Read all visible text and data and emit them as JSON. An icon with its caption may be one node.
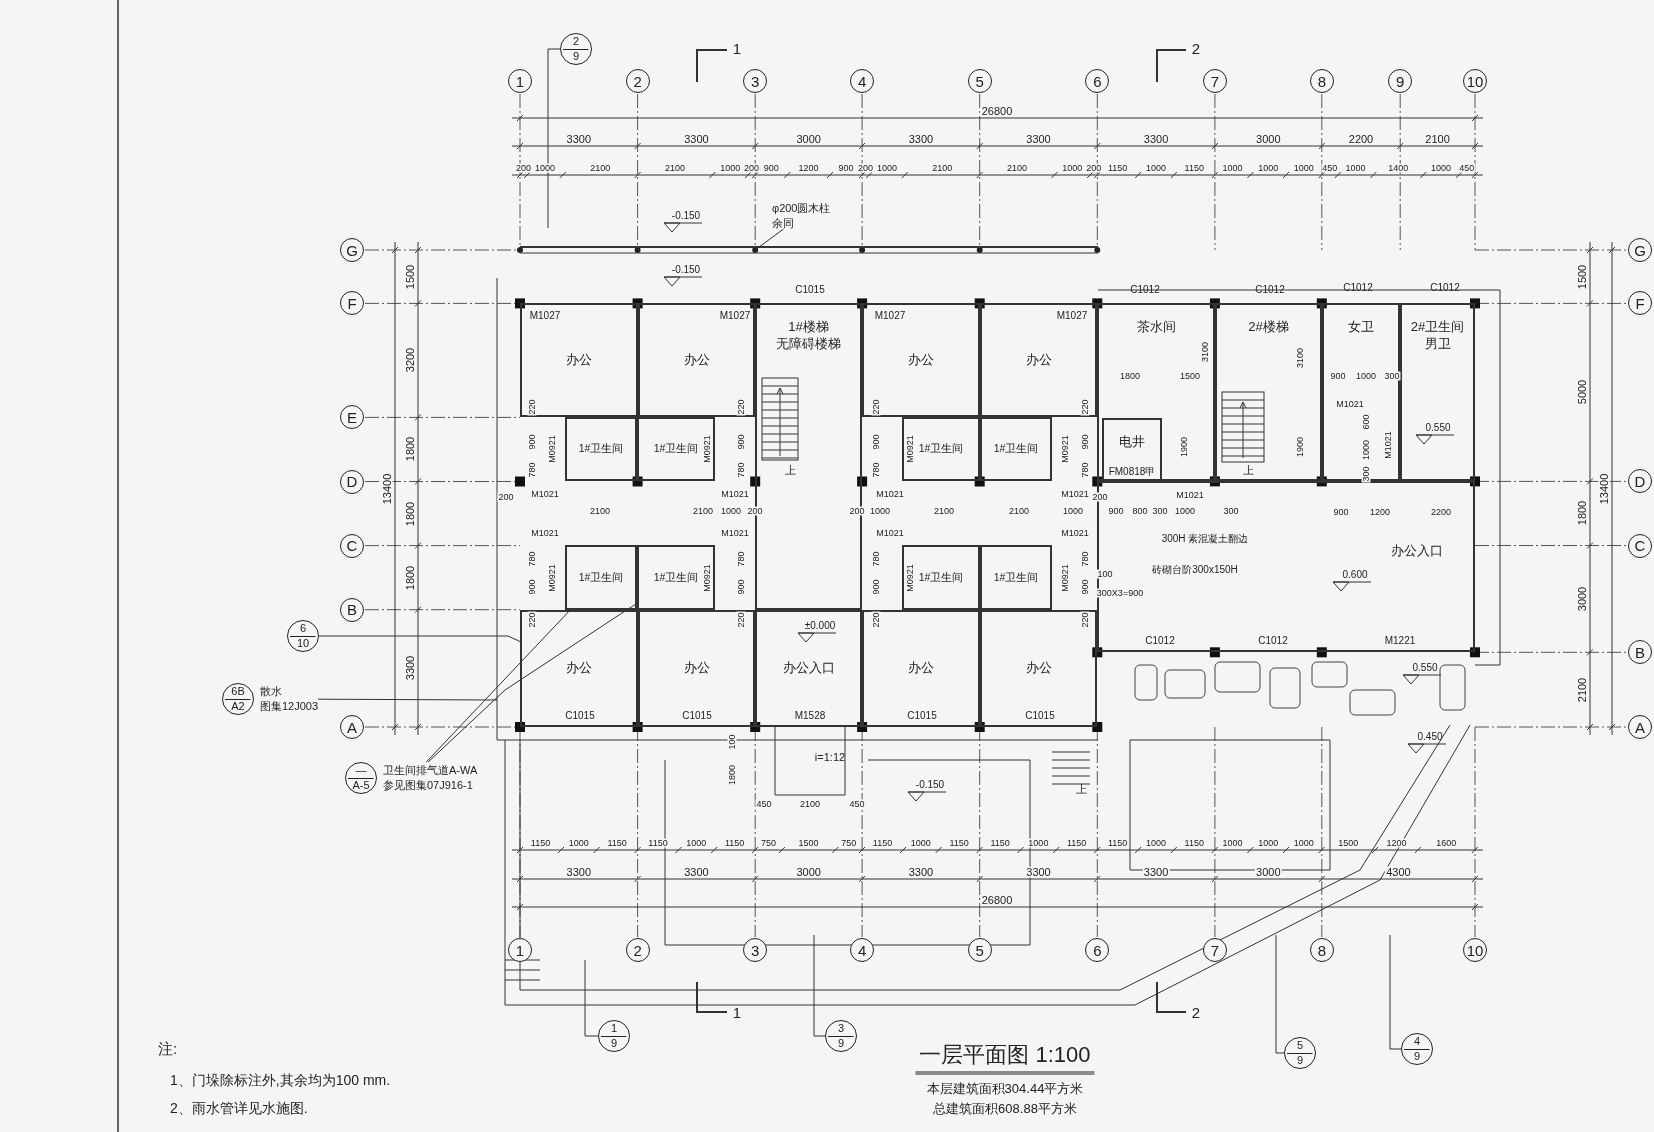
{
  "diagram": {
    "title": "一层平面图 1:100",
    "nodes": [
      {
        "text": [
          "办公"
        ]
      },
      {
        "text": [
          "办公"
        ]
      },
      {
        "text": [
          "1#楼梯",
          "无障碍楼梯"
        ]
      },
      {
        "text": [
          "办公"
        ]
      },
      {
        "text": [
          "办公"
        ]
      },
      {
        "text": [
          "茶水间"
        ]
      },
      {
        "text": [
          "电井"
        ],
        "in": 5
      },
      {
        "text": [
          "2#楼梯"
        ]
      },
      {
        "text": [
          "女卫"
        ]
      },
      {
        "text": [
          "2#卫生间",
          "男卫"
        ]
      },
      {
        "text": [
          "1#卫生间"
        ]
      },
      {
        "text": [
          "1#卫生间"
        ]
      },
      {
        "text": [
          "1#卫生间"
        ]
      },
      {
        "text": [
          "1#卫生间"
        ]
      },
      {
        "text": [
          "1#卫生间"
        ]
      },
      {
        "text": [
          "1#卫生间"
        ]
      },
      {
        "text": [
          "1#卫生间"
        ]
      },
      {
        "text": [
          "1#卫生间"
        ]
      },
      {
        "text": [
          "办公"
        ]
      },
      {
        "text": [
          "办公"
        ]
      },
      {
        "text": [
          "办公入口"
        ]
      },
      {
        "text": [
          "办公"
        ]
      },
      {
        "text": [
          "办公"
        ]
      },
      {
        "text": [
          "办公入口"
        ]
      },
      {
        "text": [
          "φ200圆木柱",
          "余同"
        ]
      },
      {
        "text": [
          "6B",
          "A2",
          "散水",
          "图集12J003"
        ]
      },
      {
        "text": [
          "—",
          "A-5",
          "卫生间排气道A-WA",
          "参见图集07J916-1"
        ]
      },
      {
        "text": [
          "2",
          "9"
        ]
      },
      {
        "text": [
          "6",
          "10"
        ]
      },
      {
        "text": [
          "1",
          "9"
        ]
      },
      {
        "text": [
          "3",
          "9"
        ]
      },
      {
        "text": [
          "5",
          "9"
        ]
      },
      {
        "text": [
          "4",
          "9"
        ]
      }
    ],
    "edges": [
      {
        "from": 24,
        "to": null,
        "arrow": "none"
      },
      {
        "from": 25,
        "to": null,
        "arrow": "none"
      },
      {
        "from": 26,
        "to": 14,
        "arrow": "none"
      },
      {
        "from": 26,
        "to": 15,
        "arrow": "none"
      },
      {
        "from": 27,
        "to": null,
        "arrow": "none"
      },
      {
        "from": 28,
        "to": 18,
        "arrow": "none"
      },
      {
        "from": 29,
        "to": null,
        "arrow": "none"
      },
      {
        "from": 30,
        "to": null,
        "arrow": "none"
      },
      {
        "from": 31,
        "to": null,
        "arrow": "none"
      },
      {
        "from": 32,
        "to": null,
        "arrow": "none"
      }
    ],
    "labels": [
      "1",
      "2",
      "3",
      "4",
      "5",
      "6",
      "7",
      "8",
      "9",
      "10",
      "1",
      "2",
      "26800",
      "3300",
      "3300",
      "3000",
      "3300",
      "3300",
      "3300",
      "3000",
      "2200",
      "2100",
      "200",
      "1000",
      "2100",
      "2100",
      "1000",
      "200",
      "900",
      "1200",
      "900",
      "200",
      "1000",
      "2100",
      "2100",
      "1000",
      "200",
      "1150",
      "1000",
      "1150",
      "1000",
      "1000",
      "1000",
      "450",
      "1000",
      "1400",
      "1000",
      "450",
      "-0.150",
      "-0.150",
      "G",
      "F",
      "E",
      "D",
      "C",
      "B",
      "A",
      "1500",
      "3200",
      "1800",
      "1800",
      "1800",
      "3300",
      "13400",
      "G",
      "F",
      "D",
      "C",
      "B",
      "A",
      "1500",
      "5000",
      "1800",
      "3000",
      "2100",
      "13400",
      "M1027",
      "M1027",
      "C1015",
      "M1027",
      "M1027",
      "C1012",
      "C1012",
      "C1012",
      "C1012",
      "M0921",
      "M0921",
      "M0921",
      "M0921",
      "M0921",
      "M0921",
      "M0921",
      "M0921",
      "220",
      "900",
      "780",
      "780",
      "900",
      "220",
      "220",
      "900",
      "780",
      "780",
      "900",
      "220",
      "220",
      "900",
      "780",
      "780",
      "900",
      "220",
      "220",
      "900",
      "780",
      "780",
      "900",
      "220",
      "200",
      "M1021",
      "M1021",
      "M1021",
      "M1021",
      "200",
      "M1021",
      "2100",
      "2100",
      "1000",
      "200",
      "200",
      "1000",
      "2100",
      "2100",
      "1000",
      "900",
      "800",
      "300",
      "1000",
      "300",
      "900",
      "1200",
      "2200",
      "M1021",
      "M1021",
      "M1021",
      "M1021",
      "1800",
      "1500",
      "3100",
      "1900",
      "3100",
      "1900",
      "900",
      "1000",
      "300",
      "M1021",
      "600",
      "1000",
      "300",
      "M1021",
      "FM0818甲",
      "±0.000",
      "0.600",
      "0.550",
      "0.550",
      "0.450",
      "-0.150",
      "上",
      "上",
      "上",
      "300H 素混凝土翻边",
      "砖砌台阶300x150H",
      "100",
      "300X3=900",
      "C1015",
      "C1015",
      "M1528",
      "C1015",
      "C1015",
      "C1012",
      "C1012",
      "M1221",
      "100",
      "1800",
      "i=1:12",
      "450",
      "2100",
      "450",
      "1150",
      "1000",
      "1150",
      "1150",
      "1000",
      "1150",
      "750",
      "1500",
      "750",
      "1150",
      "1000",
      "1150",
      "1150",
      "1000",
      "1150",
      "1150",
      "1000",
      "1150",
      "1000",
      "1000",
      "1000",
      "1500",
      "1200",
      "1600",
      "3300",
      "3300",
      "3000",
      "3300",
      "3300",
      "3300",
      "3000",
      "4300",
      "26800",
      "1",
      "2",
      "3",
      "4",
      "5",
      "6",
      "7",
      "8",
      "10",
      "1",
      "2",
      "注:",
      "1、门垛除标注外,其余均为100 mm.",
      "2、雨水管详见水施图.",
      "本层建筑面积304.44平方米",
      "总建筑面积608.88平方米"
    ]
  }
}
